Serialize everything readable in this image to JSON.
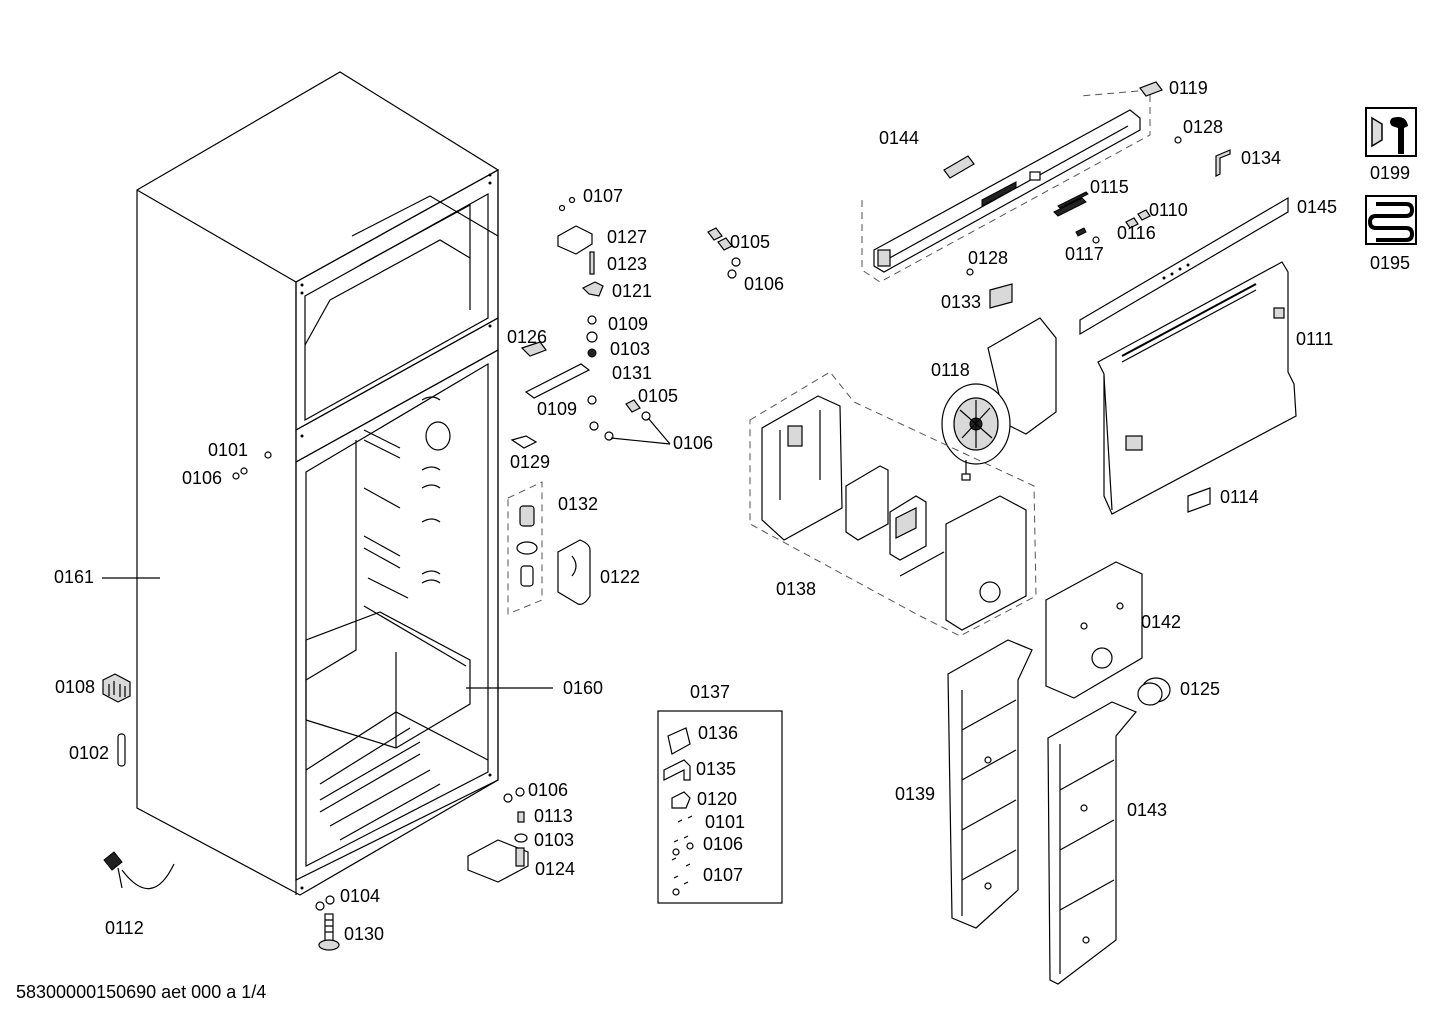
{
  "diagram": {
    "footer": "58300000150690 aet 000 a 1/4",
    "icons": {
      "service": "tool-wrench-icon",
      "heater": "heater-coil-icon"
    },
    "parts": [
      {
        "id": "0161"
      },
      {
        "id": "0160"
      },
      {
        "id": "0101"
      },
      {
        "id": "0106"
      },
      {
        "id": "0108"
      },
      {
        "id": "0102"
      },
      {
        "id": "0112"
      },
      {
        "id": "0104"
      },
      {
        "id": "0130"
      },
      {
        "id": "0107"
      },
      {
        "id": "0127"
      },
      {
        "id": "0123"
      },
      {
        "id": "0121"
      },
      {
        "id": "0109"
      },
      {
        "id": "0103"
      },
      {
        "id": "0131"
      },
      {
        "id": "0126"
      },
      {
        "id": "0109"
      },
      {
        "id": "0105"
      },
      {
        "id": "0106"
      },
      {
        "id": "0129"
      },
      {
        "id": "0105"
      },
      {
        "id": "0106"
      },
      {
        "id": "0132"
      },
      {
        "id": "0122"
      },
      {
        "id": "0106"
      },
      {
        "id": "0113"
      },
      {
        "id": "0103"
      },
      {
        "id": "0124"
      },
      {
        "id": "0137"
      },
      {
        "id": "0136"
      },
      {
        "id": "0135"
      },
      {
        "id": "0120"
      },
      {
        "id": "0101"
      },
      {
        "id": "0106"
      },
      {
        "id": "0107"
      },
      {
        "id": "0144"
      },
      {
        "id": "0119"
      },
      {
        "id": "0128"
      },
      {
        "id": "0134"
      },
      {
        "id": "0115"
      },
      {
        "id": "0110"
      },
      {
        "id": "0116"
      },
      {
        "id": "0117"
      },
      {
        "id": "0128"
      },
      {
        "id": "0133"
      },
      {
        "id": "0145"
      },
      {
        "id": "0111"
      },
      {
        "id": "0118"
      },
      {
        "id": "0114"
      },
      {
        "id": "0138"
      },
      {
        "id": "0142"
      },
      {
        "id": "0125"
      },
      {
        "id": "0139"
      },
      {
        "id": "0143"
      },
      {
        "id": "0199"
      },
      {
        "id": "0195"
      }
    ]
  }
}
